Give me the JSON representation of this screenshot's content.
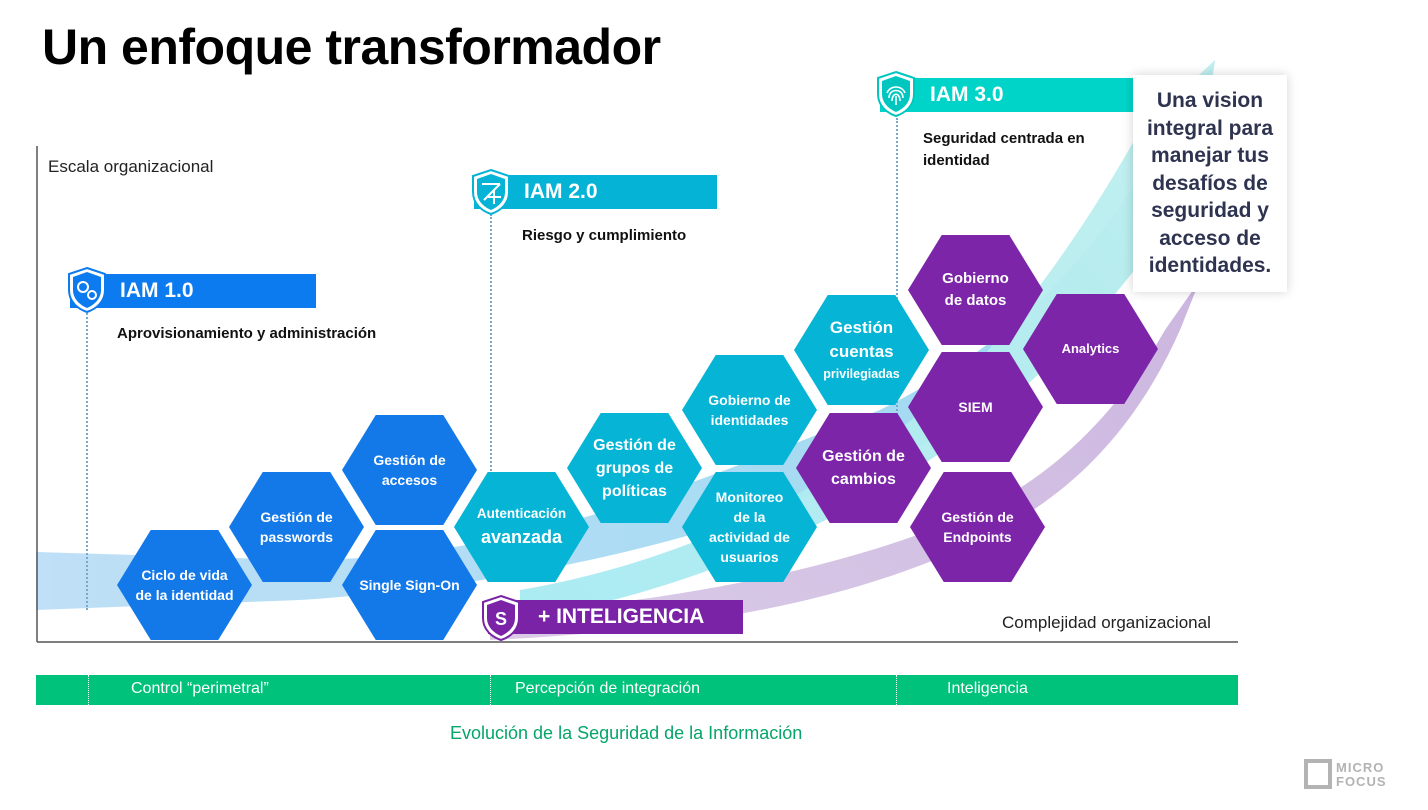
{
  "title": "Un enfoque transformador",
  "axes": {
    "y_label": "Escala organizacional",
    "x_label": "Complejidad organizacional"
  },
  "stages": {
    "iam1": {
      "label": "IAM 1.0",
      "subtitle": "Aprovisionamiento y administración",
      "icon": "shield-gears-icon",
      "color": "#0d7bf0"
    },
    "iam2": {
      "label": "IAM 2.0",
      "subtitle": "Riesgo y cumplimiento",
      "icon": "shield-plus-icon",
      "color": "#04b3d6"
    },
    "iam3": {
      "label": "IAM 3.0",
      "subtitle": "Seguridad  centrada en identidad",
      "icon": "shield-fingerprint-icon",
      "color": "#00d4c8"
    },
    "intel": {
      "label": "+ INTELIGENCIA",
      "icon": "shield-s-icon",
      "color": "#7a23a6"
    }
  },
  "hexagons": {
    "ciclo": "Ciclo de vida de la identidad",
    "passwords": "Gestión de passwords",
    "accesos": "Gestión de accesos",
    "sso": "Single Sign-On",
    "autenticacion_line1": "Autenticación",
    "autenticacion_line2": "avanzada",
    "grupos": "Gestión de grupos de políticas",
    "gob_identidades": "Gobierno de identidades",
    "monitoreo": "Monitoreo de la actividad de usuarios",
    "cuentas_line1": "Gestión cuentas",
    "cuentas_line2": "privilegiadas",
    "cambios": "Gestión de cambios",
    "gob_datos": "Gobierno de datos",
    "siem": "SIEM",
    "endpoints": "Gestión de Endpoints",
    "analytics": "Analytics"
  },
  "callout": "Una vision integral para manejar tus desafíos de seguridad y acceso de identidades.",
  "phases": [
    "Control “perimetral”",
    "Percepción de integración",
    "Inteligencia"
  ],
  "caption": "Evolución de la Seguridad de la Información",
  "logo": {
    "line1": "MICRO",
    "line2": "FOCUS"
  },
  "colors": {
    "blue": "#1479e8",
    "cyan": "#06b4d6",
    "purple": "#7c25a8",
    "green": "#00c27a",
    "callout_text": "#2e3350"
  }
}
